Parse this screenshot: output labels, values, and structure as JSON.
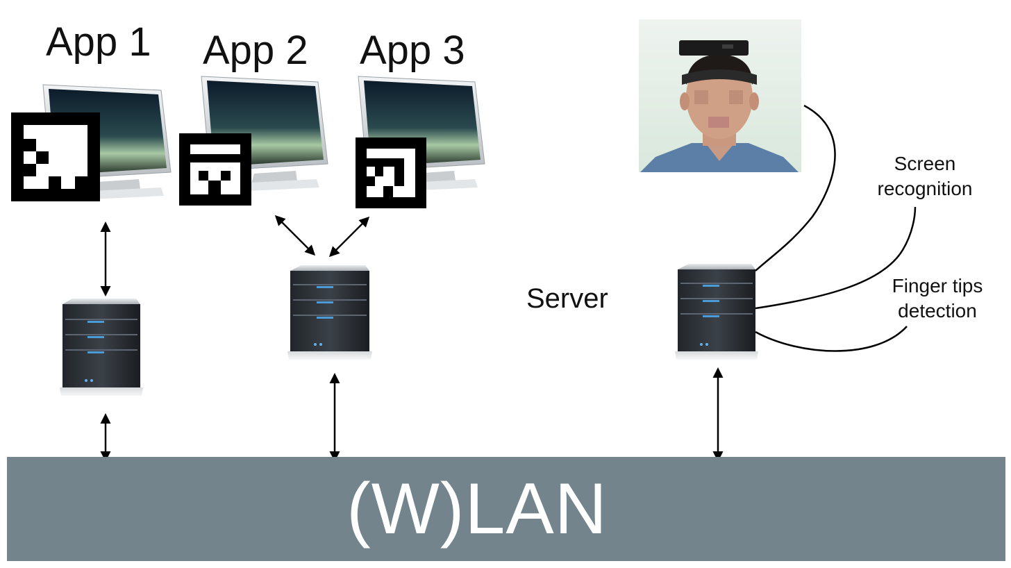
{
  "apps": [
    {
      "label": "App 1"
    },
    {
      "label": "App 2"
    },
    {
      "label": "App 3"
    }
  ],
  "server": {
    "label": "Server"
  },
  "annotations": {
    "screen_recognition": [
      "Screen",
      "recognition"
    ],
    "finger_tips_detection": [
      "Finger tips",
      "detection"
    ]
  },
  "network": {
    "label": "(W)LAN",
    "color": "#73848d"
  }
}
